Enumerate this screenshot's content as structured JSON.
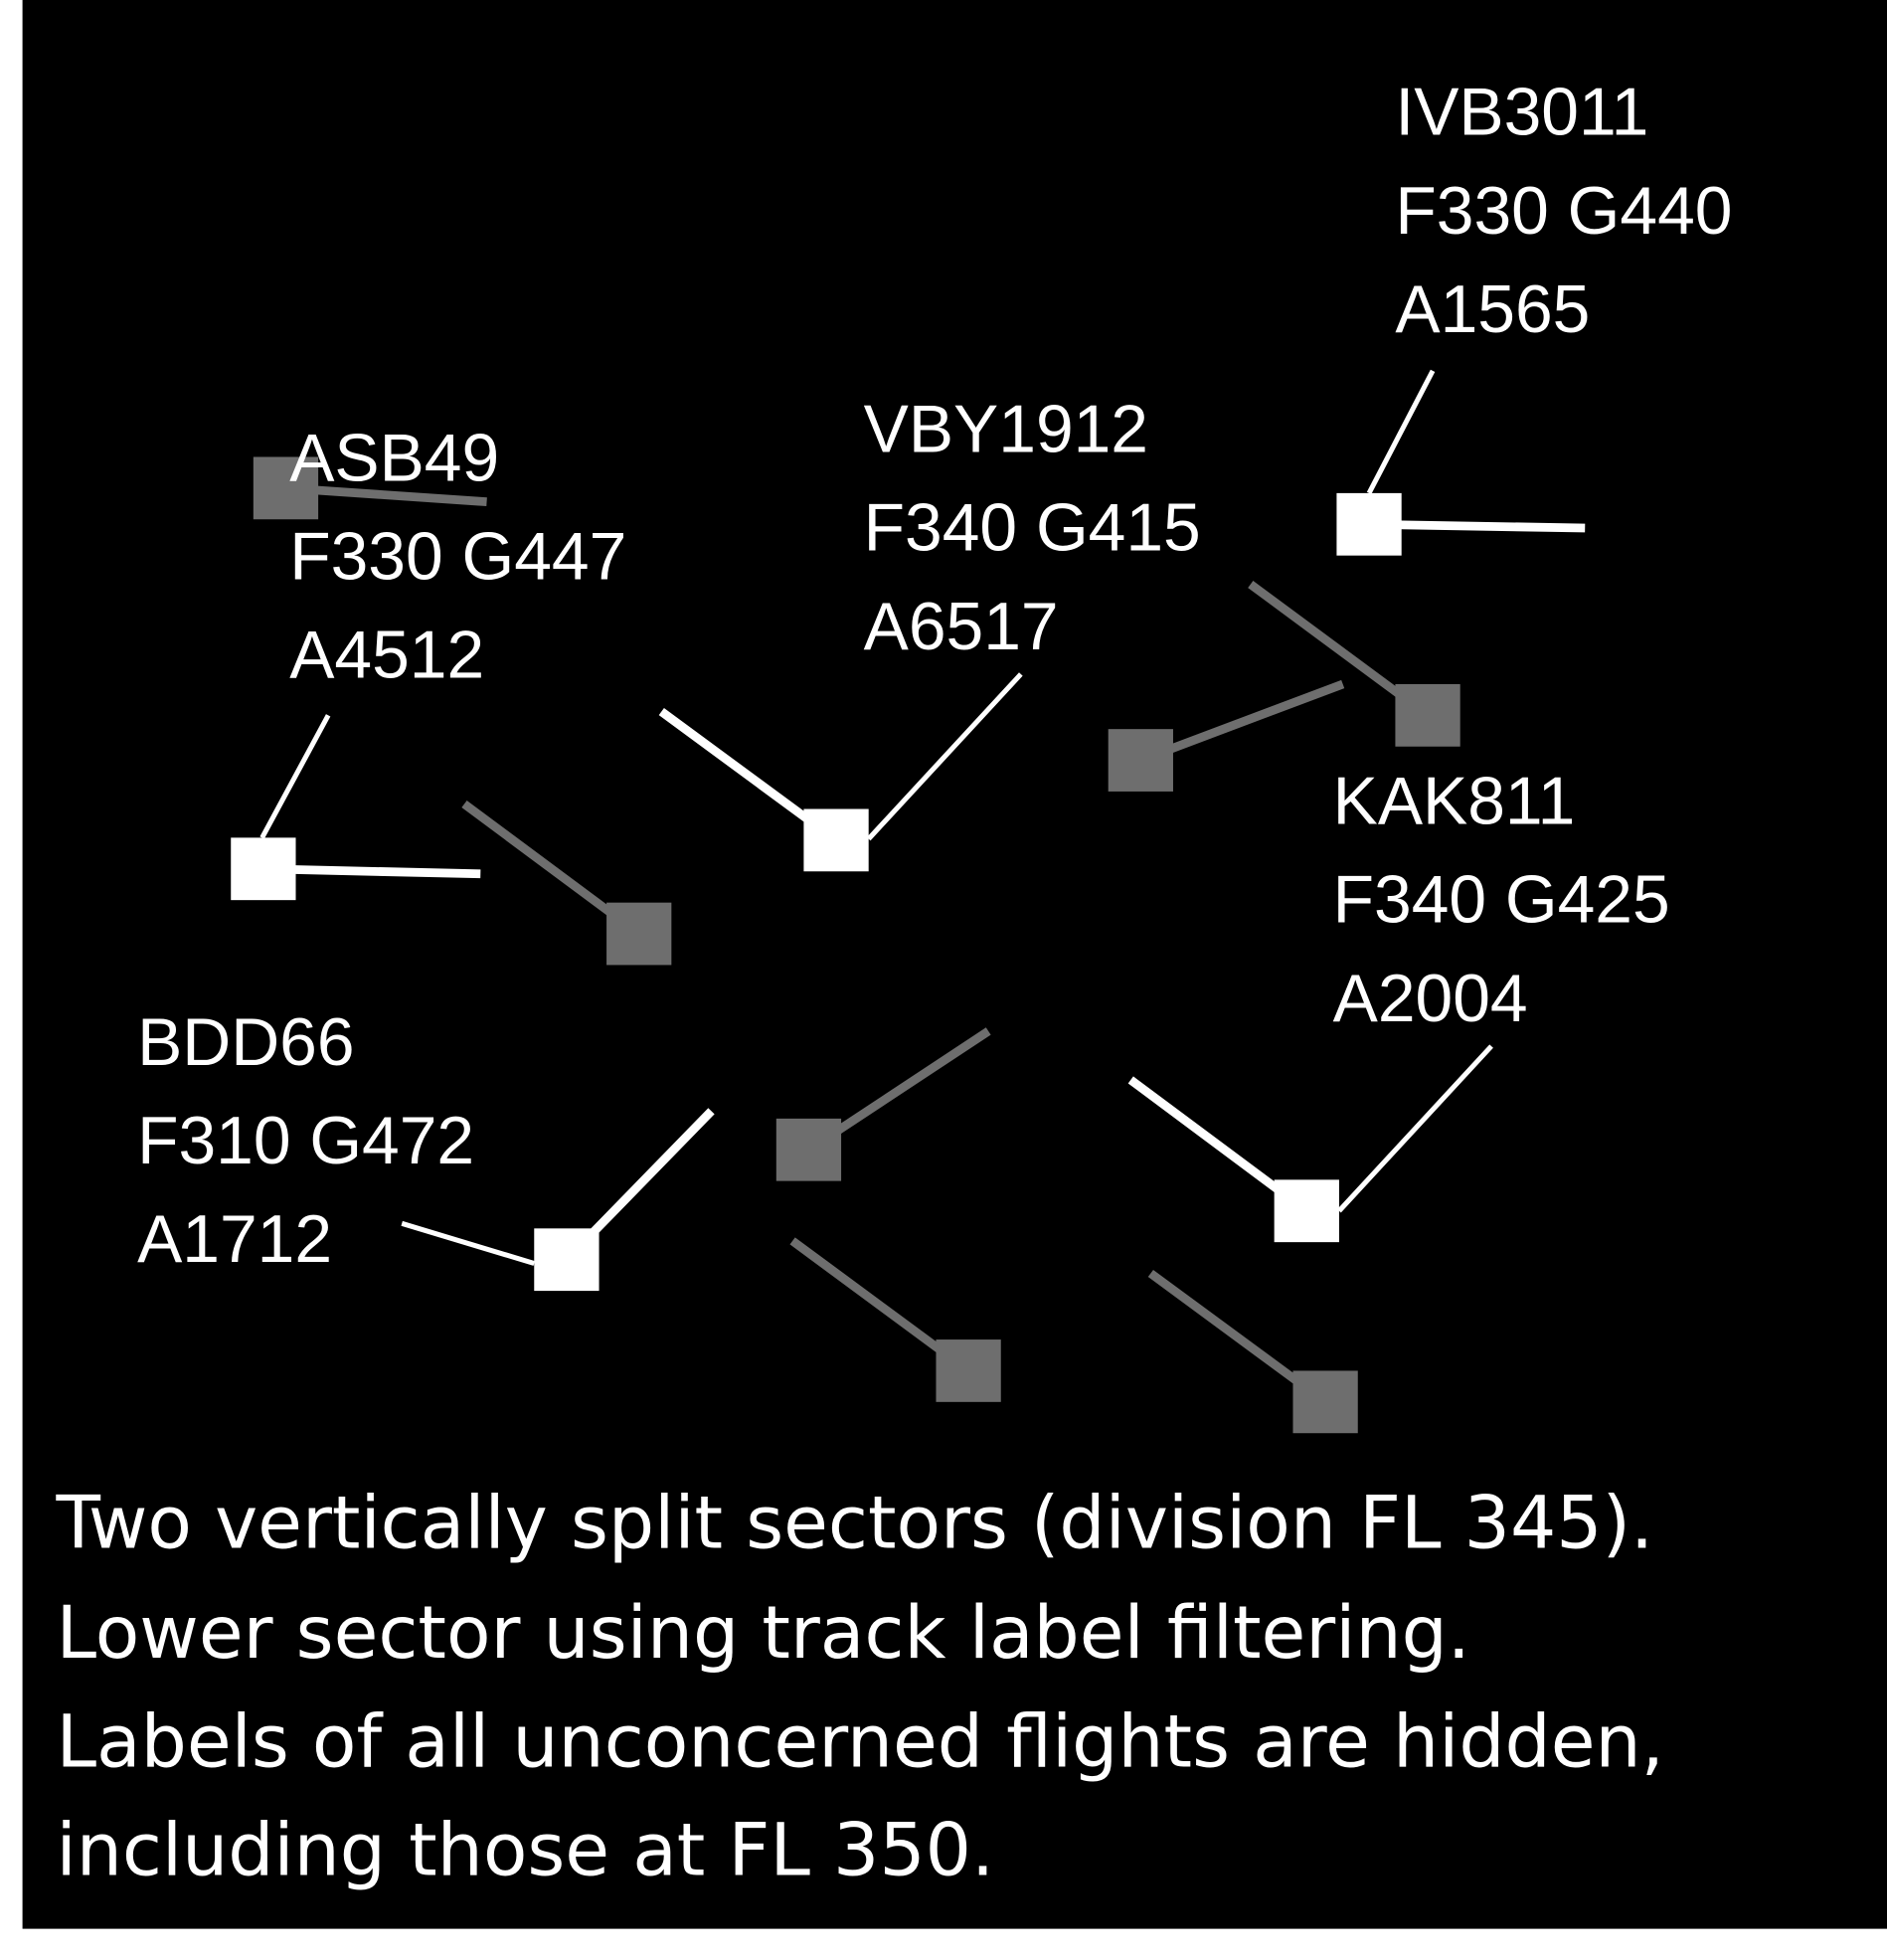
{
  "colors": {
    "background": "#000000",
    "concerned_track": "#ffffff",
    "unconcerned_track": "#6e6e6e"
  },
  "flights": [
    {
      "callsign": "ASB49",
      "line2": "F330  G447",
      "line3": "A4512"
    },
    {
      "callsign": "VBY1912",
      "line2": "F340  G415",
      "line3": "A6517"
    },
    {
      "callsign": "IVB3011",
      "line2": "F330  G440",
      "line3": "A1565"
    },
    {
      "callsign": "KAK811",
      "line2": "F340  G425",
      "line3": "A2004"
    },
    {
      "callsign": "BDD66",
      "line2": "F310  G472",
      "line3": "A1712"
    }
  ],
  "caption": [
    "Two vertically split sectors (division FL 345).",
    "Lower sector using track label filtering.",
    "Labels of all unconcerned flights are hidden,",
    "including those at FL 350."
  ]
}
